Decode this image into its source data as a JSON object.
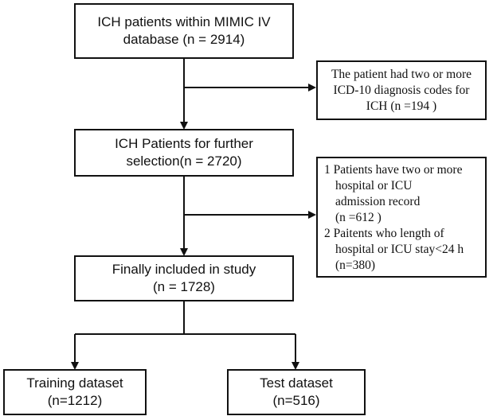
{
  "boxes": {
    "start": {
      "lines": [
        "ICH patients within MIMIC IV",
        "database (n = 2914)"
      ]
    },
    "exclusion1": {
      "lines": [
        "The patient had two or more",
        "ICD-10 diagnosis codes for",
        "ICH (n =194 )"
      ]
    },
    "further": {
      "lines": [
        "ICH Patients for further",
        "selection(n = 2720)"
      ]
    },
    "exclusion2": {
      "lines": [
        "1 Patients have two or more",
        "hospital or ICU",
        "admission  record",
        "(n =612 )",
        "2 Paitents who length of",
        "hospital or ICU stay<24 h",
        "(n=380)"
      ]
    },
    "final": {
      "lines": [
        "Finally included in study",
        "(n = 1728)"
      ]
    },
    "training": {
      "lines": [
        "Training dataset",
        "(n=1212)"
      ]
    },
    "test": {
      "lines": [
        "Test dataset",
        "(n=516)"
      ]
    }
  }
}
